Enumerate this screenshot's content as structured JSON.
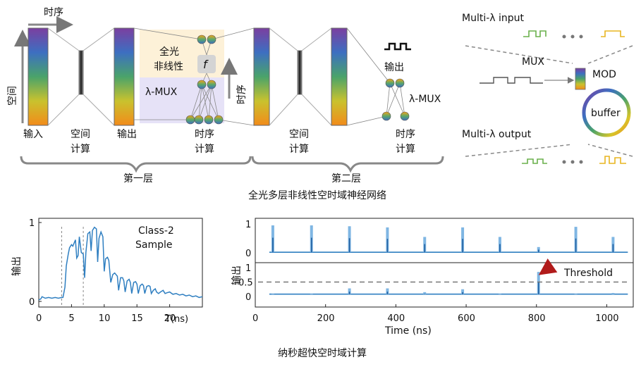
{
  "diagram": {
    "labels": {
      "timing_top": "时序",
      "space_vertical": "空间",
      "input": "输入",
      "spatial_compute_1": "空间",
      "compute_word": "计算",
      "output_1": "输出",
      "all_optical": "全光",
      "nonlinearity": "非线性",
      "f_symbol": "f",
      "lambda_mux_1": "λ-MUX",
      "temporal_compute_1": "时序",
      "timing_vertical": "时序",
      "spatial_compute_2": "空间",
      "output_2": "输出",
      "lambda_mux_2": "λ-MUX",
      "temporal_compute_2": "时序",
      "layer_1": "第一层",
      "layer_2": "第二层",
      "caption_top": "全光多层非线性空时域神经网络",
      "caption_bottom": "纳秒超快空时域计算"
    },
    "mod_panel": {
      "multi_input": "Multi-λ input",
      "mux": "MUX",
      "mod": "MOD",
      "buffer": "buffer",
      "multi_output": "Multi-λ output"
    }
  },
  "chart_data": [
    {
      "type": "line",
      "annotation_1": "Class-2",
      "annotation_2": "Sample",
      "ylabel": "输出",
      "xlabel": "T(ns)",
      "xlim": [
        0,
        25
      ],
      "ylim": [
        0,
        1
      ],
      "xticks": [
        "0",
        "5",
        "10",
        "15",
        "20"
      ],
      "yticks": [
        "0",
        "1"
      ],
      "x": [
        0,
        0.3,
        0.5,
        1,
        1.5,
        2,
        2.5,
        3,
        3.5,
        3.7,
        4.0,
        4.2,
        4.5,
        4.7,
        5.0,
        5.2,
        5.4,
        5.6,
        5.8,
        6.0,
        6.2,
        6.5,
        6.8,
        7.0,
        7.2,
        7.5,
        7.8,
        8.0,
        8.2,
        8.5,
        8.8,
        9.0,
        9.2,
        9.5,
        9.8,
        10.0,
        10.2,
        10.5,
        10.7,
        11.0,
        11.3,
        11.6,
        12.0,
        12.2,
        12.5,
        12.8,
        13.0,
        13.2,
        13.5,
        13.8,
        14.0,
        14.2,
        14.5,
        14.8,
        15.0,
        15.2,
        15.5,
        15.8,
        16.0,
        16.2,
        16.5,
        16.8,
        17.0,
        17.2,
        17.5,
        17.8,
        18.0,
        18.3,
        18.6,
        19.0,
        19.3,
        19.6,
        20.0,
        20.5,
        21.0,
        21.5,
        22.0,
        22.5,
        23.0,
        23.5,
        24.0,
        24.5,
        25.0
      ],
      "y": [
        0.02,
        0.03,
        0.06,
        0.04,
        0.05,
        0.04,
        0.05,
        0.04,
        0.05,
        0.05,
        0.18,
        0.45,
        0.6,
        0.68,
        0.72,
        0.7,
        0.74,
        0.78,
        0.55,
        0.58,
        0.82,
        0.62,
        0.6,
        0.3,
        0.62,
        0.86,
        0.88,
        0.64,
        0.9,
        0.94,
        0.92,
        0.5,
        0.8,
        0.88,
        0.82,
        0.38,
        0.54,
        0.56,
        0.52,
        0.24,
        0.34,
        0.36,
        0.32,
        0.14,
        0.3,
        0.3,
        0.26,
        0.12,
        0.26,
        0.28,
        0.24,
        0.1,
        0.24,
        0.25,
        0.22,
        0.1,
        0.2,
        0.22,
        0.2,
        0.1,
        0.19,
        0.2,
        0.19,
        0.1,
        0.14,
        0.16,
        0.12,
        0.1,
        0.12,
        0.14,
        0.1,
        0.11,
        0.12,
        0.09,
        0.1,
        0.08,
        0.09,
        0.07,
        0.08,
        0.06,
        0.07,
        0.05,
        0.06
      ],
      "vlines": [
        3.5,
        6.8
      ]
    },
    {
      "type": "line",
      "ylabel": "输出",
      "xlabel": "Time (ns)",
      "xlim": [
        0,
        1070
      ],
      "xticks": [
        "0",
        "200",
        "400",
        "600",
        "800",
        "1000"
      ],
      "xtick_values": [
        0,
        200,
        400,
        600,
        800,
        1000
      ],
      "top_yticks": [
        "1",
        "0"
      ],
      "bottom_yticks": [
        "1",
        "0.5",
        "0"
      ],
      "threshold_label": "Threshold",
      "threshold": 0.5,
      "peak_times": [
        50,
        160,
        268,
        376,
        482,
        590,
        696,
        806,
        912,
        1018
      ],
      "top_peaks": [
        0.95,
        0.95,
        0.92,
        0.88,
        0.55,
        0.88,
        0.55,
        0.2,
        0.9,
        0.55
      ],
      "bottom_peaks": [
        0.1,
        0.1,
        0.28,
        0.28,
        0.15,
        0.25,
        0.1,
        0.85,
        0.1,
        0.12
      ],
      "bottom_baseline": 0.08,
      "highlight_index": 7
    }
  ]
}
